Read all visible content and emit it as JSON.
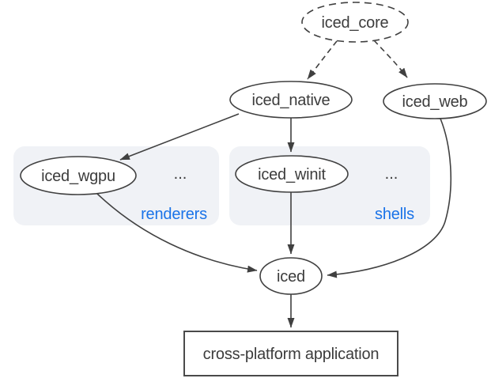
{
  "diagram": {
    "description": "iced crate ecosystem dependency diagram",
    "colors": {
      "background": "#ffffff",
      "node_stroke": "#404040",
      "node_fill": "#ffffff",
      "node_text": "#3c3c3c",
      "group_fill": "#f0f2f6",
      "group_label_text": "#1a73e8",
      "app_rect_stroke": "#4a4a4a"
    },
    "nodes": {
      "iced_core": {
        "label": "iced_core",
        "shape": "ellipse",
        "border": "dashed"
      },
      "iced_native": {
        "label": "iced_native",
        "shape": "ellipse",
        "border": "solid"
      },
      "iced_web": {
        "label": "iced_web",
        "shape": "ellipse",
        "border": "solid"
      },
      "iced_wgpu": {
        "label": "iced_wgpu",
        "shape": "ellipse",
        "border": "solid"
      },
      "iced_winit": {
        "label": "iced_winit",
        "shape": "ellipse",
        "border": "solid"
      },
      "iced": {
        "label": "iced",
        "shape": "ellipse",
        "border": "solid"
      },
      "app": {
        "label": "cross-platform application",
        "shape": "rectangle",
        "border": "solid"
      }
    },
    "groups": {
      "renderers": {
        "label": "renderers",
        "ellipsis": "...",
        "contains": [
          "iced_wgpu"
        ]
      },
      "shells": {
        "label": "shells",
        "ellipsis": "...",
        "contains": [
          "iced_winit"
        ]
      }
    },
    "edges": [
      {
        "from": "iced_core",
        "to": "iced_native",
        "style": "dashed"
      },
      {
        "from": "iced_core",
        "to": "iced_web",
        "style": "dashed"
      },
      {
        "from": "iced_native",
        "to": "iced_wgpu",
        "style": "solid"
      },
      {
        "from": "iced_native",
        "to": "iced_winit",
        "style": "solid"
      },
      {
        "from": "iced_wgpu",
        "to": "iced",
        "style": "solid"
      },
      {
        "from": "iced_winit",
        "to": "iced",
        "style": "solid"
      },
      {
        "from": "iced_web",
        "to": "iced",
        "style": "solid"
      },
      {
        "from": "iced",
        "to": "app",
        "style": "solid"
      }
    ]
  }
}
